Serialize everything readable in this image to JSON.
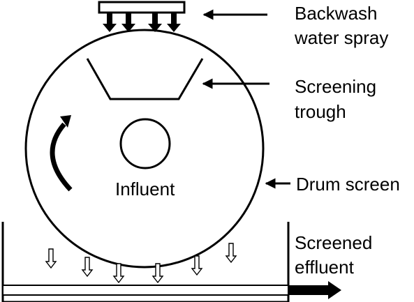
{
  "labels": {
    "backwash_line1": "Backwash",
    "backwash_line2": "water spray",
    "trough_line1": "Screening",
    "trough_line2": "trough",
    "drum": "Drum screen",
    "influent": "Influent",
    "effluent_line1": "Screened",
    "effluent_line2": "effluent"
  },
  "colors": {
    "stroke": "#000000",
    "background": "#ffffff"
  }
}
